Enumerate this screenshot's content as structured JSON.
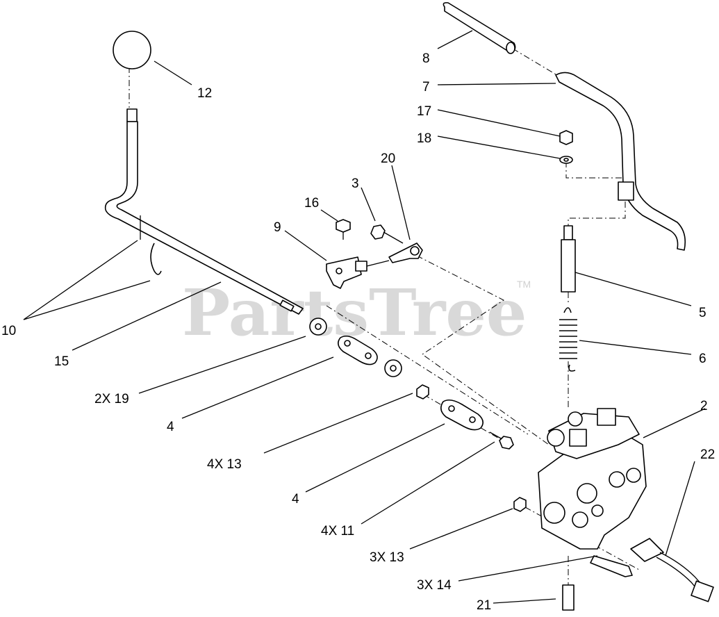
{
  "watermark": {
    "text": "PartsTree",
    "trademark": "TM"
  },
  "callouts": {
    "c1": "8",
    "c2": "7",
    "c3": "17",
    "c4": "18",
    "c5": "12",
    "c6": "20",
    "c7": "3",
    "c8": "16",
    "c9": "9",
    "c10": "10",
    "c11": "15",
    "c12": "2X 19",
    "c13": "4",
    "c14": "4X 13",
    "c15": "4",
    "c16": "4X 11",
    "c17": "3X 13",
    "c18": "3X 14",
    "c19": "21",
    "c20": "5",
    "c21": "6",
    "c22": "2",
    "c23": "22"
  }
}
